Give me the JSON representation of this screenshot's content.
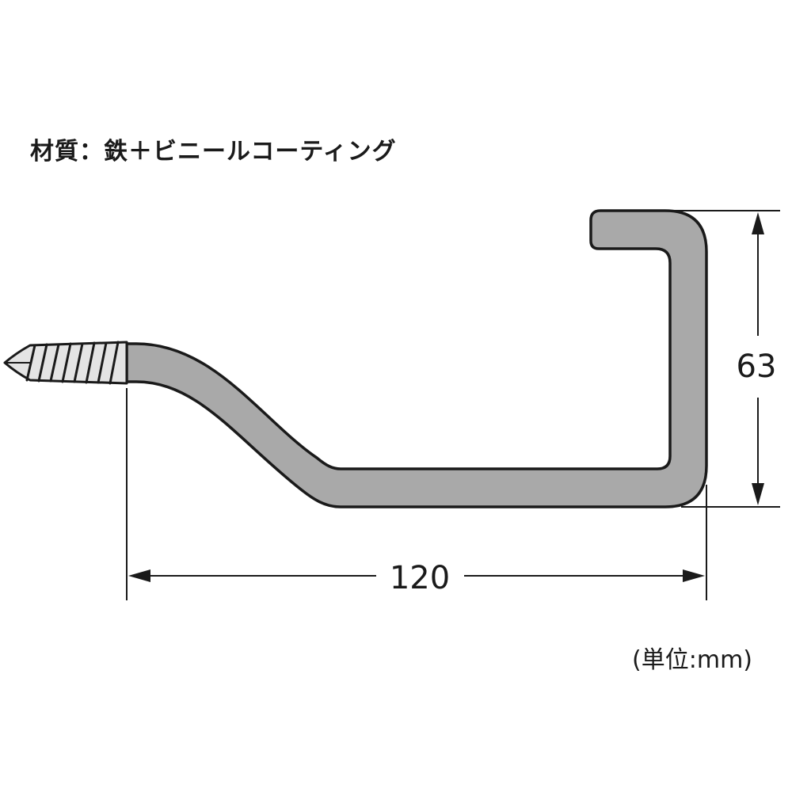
{
  "material_label": "材質：鉄＋ビニールコーティング",
  "unit_label": "(単位:mm)",
  "dimensions": {
    "width": "120",
    "height": "63"
  },
  "colors": {
    "hook_fill": "#a9a9a9",
    "hook_stroke": "#1a1a1a",
    "screw_fill": "#e4e4e4",
    "line": "#1a1a1a",
    "background": "#ffffff"
  }
}
